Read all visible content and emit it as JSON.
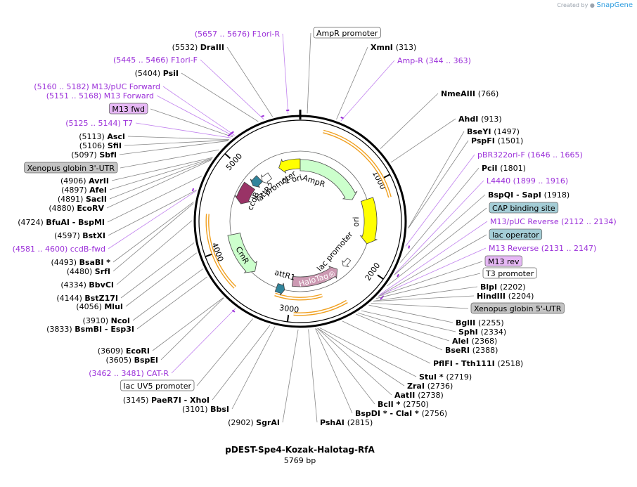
{
  "credit": {
    "prefix": "Created by",
    "brand": "SnapGene"
  },
  "plasmid": {
    "name": "pDEST-Spe4-Kozak-Halotag-RfA",
    "length": "5769 bp"
  },
  "ticks": [
    "1000",
    "2000",
    "3000",
    "4000",
    "5000"
  ],
  "labels": [
    {
      "pos": "(5657 .. 5676)",
      "name": "F1ori-R",
      "type": "primer"
    },
    {
      "pos": "(5532)",
      "name": "DraIII",
      "type": "enzyme"
    },
    {
      "pos": "(5445 .. 5466)",
      "name": "F1ori-F",
      "type": "primer"
    },
    {
      "pos": "(5404)",
      "name": "PsiI",
      "type": "enzyme"
    },
    {
      "pos": "(5160 .. 5182)",
      "name": "M13/pUC Forward",
      "type": "primer"
    },
    {
      "pos": "(5151 .. 5168)",
      "name": "M13 Forward",
      "type": "primer"
    },
    {
      "pos": "",
      "name": "M13 fwd",
      "type": "box-purple"
    },
    {
      "pos": "(5125 .. 5144)",
      "name": "T7",
      "type": "primer"
    },
    {
      "pos": "(5113)",
      "name": "AscI",
      "type": "enzyme"
    },
    {
      "pos": "(5106)",
      "name": "SfiI",
      "type": "enzyme"
    },
    {
      "pos": "(5097)",
      "name": "SbfI",
      "type": "enzyme"
    },
    {
      "pos": "",
      "name": "Xenopus globin 3'-UTR",
      "type": "box-gray"
    },
    {
      "pos": "(4906)",
      "name": "AvrII",
      "type": "enzyme"
    },
    {
      "pos": "(4897)",
      "name": "AfeI",
      "type": "enzyme"
    },
    {
      "pos": "(4891)",
      "name": "SacII",
      "type": "enzyme"
    },
    {
      "pos": "(4880)",
      "name": "EcoRV",
      "type": "enzyme"
    },
    {
      "pos": "(4724)",
      "name": "BfuAI - BspMI",
      "type": "enzyme"
    },
    {
      "pos": "(4597)",
      "name": "BstXI",
      "type": "enzyme"
    },
    {
      "pos": "(4581 .. 4600)",
      "name": "ccdB-fwd",
      "type": "primer"
    },
    {
      "pos": "(4493)",
      "name": "BsaBI *",
      "type": "enzyme"
    },
    {
      "pos": "(4480)",
      "name": "SrfI",
      "type": "enzyme"
    },
    {
      "pos": "(4334)",
      "name": "BbvCI",
      "type": "enzyme"
    },
    {
      "pos": "(4144)",
      "name": "BstZ17I",
      "type": "enzyme"
    },
    {
      "pos": "(4056)",
      "name": "MluI",
      "type": "enzyme"
    },
    {
      "pos": "(3910)",
      "name": "NcoI",
      "type": "enzyme"
    },
    {
      "pos": "(3833)",
      "name": "BsmBI - Esp3I",
      "type": "enzyme"
    },
    {
      "pos": "(3609)",
      "name": "EcoRI",
      "type": "enzyme"
    },
    {
      "pos": "(3605)",
      "name": "BspEI",
      "type": "enzyme"
    },
    {
      "pos": "(3462 .. 3481)",
      "name": "CAT-R",
      "type": "primer"
    },
    {
      "pos": "",
      "name": "lac UV5 promoter",
      "type": "box-white"
    },
    {
      "pos": "(3145)",
      "name": "PaeR7I - XhoI",
      "type": "enzyme"
    },
    {
      "pos": "(3101)",
      "name": "BbsI",
      "type": "enzyme"
    },
    {
      "pos": "(2902)",
      "name": "SgrAI",
      "type": "enzyme"
    },
    {
      "pos": "",
      "name": "AmpR promoter",
      "type": "box-white"
    },
    {
      "pos": "(313)",
      "name": "XmnI",
      "type": "enzyme"
    },
    {
      "pos": "(344 .. 363)",
      "name": "Amp-R",
      "type": "primer"
    },
    {
      "pos": "(766)",
      "name": "NmeAIII",
      "type": "enzyme"
    },
    {
      "pos": "(913)",
      "name": "AhdI",
      "type": "enzyme"
    },
    {
      "pos": "(1497)",
      "name": "BseYI",
      "type": "enzyme"
    },
    {
      "pos": "(1501)",
      "name": "PspFI",
      "type": "enzyme"
    },
    {
      "pos": "(1646 .. 1665)",
      "name": "pBR322ori-F",
      "type": "primer"
    },
    {
      "pos": "(1801)",
      "name": "PciI",
      "type": "enzyme"
    },
    {
      "pos": "(1899 .. 1916)",
      "name": "L4440",
      "type": "primer"
    },
    {
      "pos": "(1918)",
      "name": "BspQI - SapI",
      "type": "enzyme"
    },
    {
      "pos": "",
      "name": "CAP binding site",
      "type": "box-teal"
    },
    {
      "pos": "(2112 .. 2134)",
      "name": "M13/pUC Reverse",
      "type": "primer"
    },
    {
      "pos": "",
      "name": "lac operator",
      "type": "box-teal"
    },
    {
      "pos": "(2131 .. 2147)",
      "name": "M13 Reverse",
      "type": "primer"
    },
    {
      "pos": "",
      "name": "M13 rev",
      "type": "box-purple"
    },
    {
      "pos": "",
      "name": "T3 promoter",
      "type": "box-white"
    },
    {
      "pos": "(2202)",
      "name": "BlpI",
      "type": "enzyme"
    },
    {
      "pos": "(2204)",
      "name": "HindIII",
      "type": "enzyme"
    },
    {
      "pos": "",
      "name": "Xenopus globin 5'-UTR",
      "type": "box-gray"
    },
    {
      "pos": "(2255)",
      "name": "BglII",
      "type": "enzyme"
    },
    {
      "pos": "(2334)",
      "name": "SphI",
      "type": "enzyme"
    },
    {
      "pos": "(2368)",
      "name": "AleI",
      "type": "enzyme"
    },
    {
      "pos": "(2388)",
      "name": "BseRI",
      "type": "enzyme"
    },
    {
      "pos": "(2518)",
      "name": "PflFI - Tth111I",
      "type": "enzyme"
    },
    {
      "pos": "(2719)",
      "name": "StuI *",
      "type": "enzyme"
    },
    {
      "pos": "(2736)",
      "name": "ZraI",
      "type": "enzyme"
    },
    {
      "pos": "(2738)",
      "name": "AatII",
      "type": "enzyme"
    },
    {
      "pos": "(2750)",
      "name": "BclI *",
      "type": "enzyme"
    },
    {
      "pos": "(2756)",
      "name": "BspDI * - ClaI *",
      "type": "enzyme"
    },
    {
      "pos": "(2815)",
      "name": "PshAI",
      "type": "enzyme"
    }
  ],
  "features": [
    {
      "name": "f1 ori",
      "color": "#ffff00"
    },
    {
      "name": "AmpR",
      "color": "#ccffcc"
    },
    {
      "name": "ori",
      "color": "#ffff00"
    },
    {
      "name": "lac promoter",
      "color": "#ffffff"
    },
    {
      "name": "HaloTag®",
      "color": "#cc99b2"
    },
    {
      "name": "attR1",
      "color": "#31849b"
    },
    {
      "name": "CmR",
      "color": "#ccffcc"
    },
    {
      "name": "ccdB",
      "color": "#993366"
    },
    {
      "name": "attR2",
      "color": "#31849b"
    },
    {
      "name": "T7 promoter",
      "color": "#ffffff"
    }
  ],
  "colors": {
    "enzyme": "#000000",
    "primer": "#9b30d9",
    "backbone": "#000000",
    "box_teal": "#a4cdd6",
    "box_purple": "#e6b8f5",
    "box_gray": "#c4c4c4",
    "orf": "#f0a020"
  }
}
